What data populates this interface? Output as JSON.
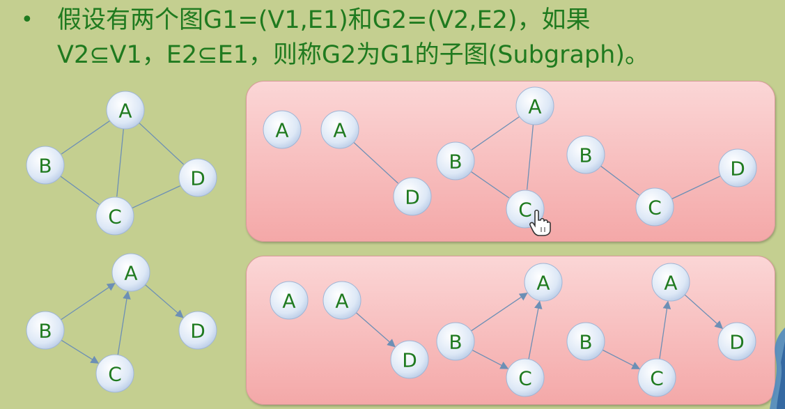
{
  "title": {
    "bullet": "•",
    "line1": "假设有两个图G1=(V1,E1)和G2=(V2,E2)，如果",
    "line2": "V2⊆V1，E2⊆E1，则称G2为G1的子图(Subgraph)。"
  },
  "colors": {
    "background": "#c4cf90",
    "text": "#1f7a1f",
    "edge": "#6c8fb5",
    "node_fill": "#dde8f6",
    "panel": "#f4a8a8"
  },
  "graphs": {
    "undirected_G1": {
      "nodes": [
        "A",
        "B",
        "C",
        "D"
      ],
      "edges": [
        [
          "A",
          "B"
        ],
        [
          "A",
          "C"
        ],
        [
          "A",
          "D"
        ],
        [
          "B",
          "C"
        ],
        [
          "C",
          "D"
        ]
      ]
    },
    "undirected_subgraphs": [
      {
        "nodes": [
          "A"
        ],
        "edges": []
      },
      {
        "nodes": [
          "A",
          "D"
        ],
        "edges": [
          [
            "A",
            "D"
          ]
        ]
      },
      {
        "nodes": [
          "A",
          "B",
          "C"
        ],
        "edges": [
          [
            "A",
            "B"
          ],
          [
            "A",
            "C"
          ],
          [
            "B",
            "C"
          ]
        ]
      },
      {
        "nodes": [
          "B",
          "C",
          "D"
        ],
        "edges": [
          [
            "B",
            "C"
          ],
          [
            "C",
            "D"
          ]
        ]
      }
    ],
    "directed_G1": {
      "nodes": [
        "A",
        "B",
        "C",
        "D"
      ],
      "edges": [
        [
          "B",
          "A"
        ],
        [
          "B",
          "C"
        ],
        [
          "C",
          "A"
        ],
        [
          "A",
          "D"
        ]
      ]
    },
    "directed_subgraphs": [
      {
        "nodes": [
          "A"
        ],
        "edges": []
      },
      {
        "nodes": [
          "A",
          "D"
        ],
        "edges": [
          [
            "A",
            "D"
          ]
        ]
      },
      {
        "nodes": [
          "A",
          "B",
          "C"
        ],
        "edges": [
          [
            "B",
            "A"
          ],
          [
            "B",
            "C"
          ],
          [
            "C",
            "A"
          ]
        ]
      },
      {
        "nodes": [
          "A",
          "B",
          "C",
          "D"
        ],
        "edges": [
          [
            "B",
            "C"
          ],
          [
            "C",
            "A"
          ],
          [
            "A",
            "D"
          ]
        ]
      }
    ]
  }
}
